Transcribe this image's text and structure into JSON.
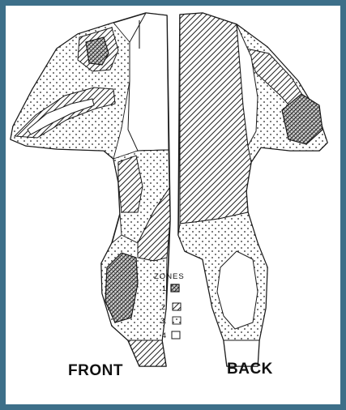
{
  "frame_color": "#3d6f89",
  "labels": {
    "front": "FRONT",
    "back": "BACK"
  },
  "legend": {
    "title": "ZONES",
    "items": [
      {
        "number": "1",
        "pattern": "dense-crosshatch"
      },
      {
        "number": "2.",
        "pattern": "diagonal-hatch"
      },
      {
        "number": "3.",
        "pattern": "dotted"
      },
      {
        "number": "4",
        "pattern": "blank"
      }
    ]
  }
}
